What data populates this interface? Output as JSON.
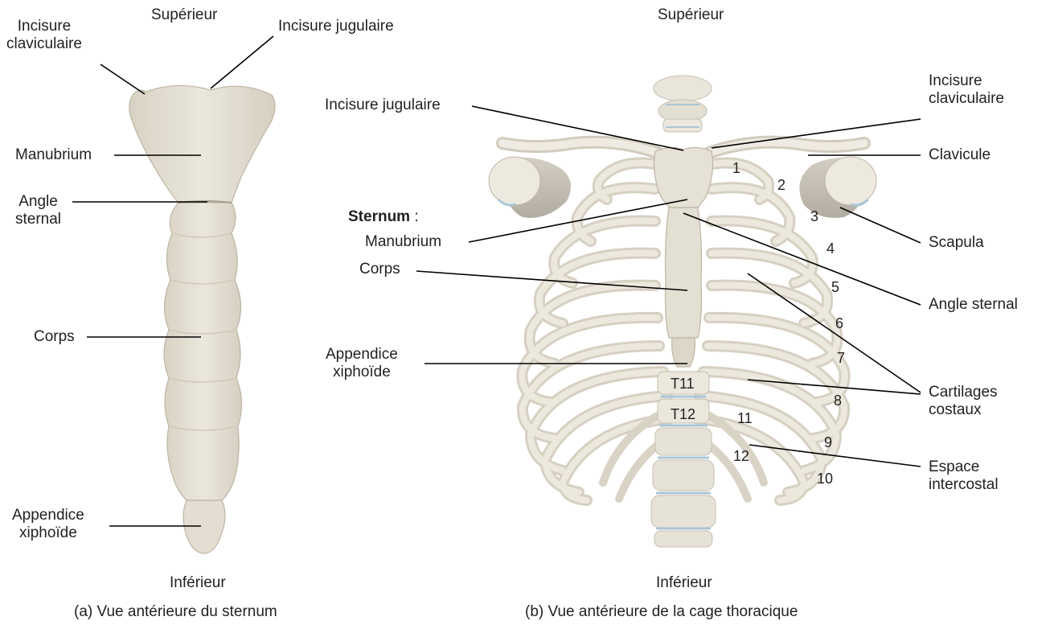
{
  "panel_a": {
    "top": "Supérieur",
    "bottom": "Inférieur",
    "caption": "(a) Vue antérieure du sternum",
    "labels": {
      "incisure_claviculaire": "Incisure\nclaviculaire",
      "incisure_jugulaire": "Incisure jugulaire",
      "manubrium": "Manubrium",
      "angle_sternal": "Angle\nsternal",
      "corps": "Corps",
      "appendice_xiphoide": "Appendice\nxiphoïde"
    }
  },
  "panel_b": {
    "top": "Supérieur",
    "bottom": "Inférieur",
    "caption": "(b) Vue antérieure de la cage thoracique",
    "labels": {
      "incisure_jugulaire": "Incisure jugulaire",
      "sternum_heading": "Sternum",
      "sternum_colon": ":",
      "manubrium": "Manubrium",
      "corps": "Corps",
      "appendice_xiphoide": "Appendice\nxiphoïde",
      "incisure_claviculaire": "Incisure\nclaviculaire",
      "clavicule": "Clavicule",
      "scapula": "Scapula",
      "angle_sternal": "Angle sternal",
      "cartilages_costaux": "Cartilages\ncostaux",
      "espace_intercostal": "Espace\nintercostal"
    },
    "rib_numbers": [
      "1",
      "2",
      "3",
      "4",
      "5",
      "6",
      "7",
      "8",
      "9",
      "10",
      "11",
      "12"
    ],
    "vertebrae": [
      "T11",
      "T12"
    ]
  },
  "colors": {
    "bone": "#e7e2d6",
    "bone_shadow": "#c9c2b1",
    "bone_outline": "#b8b0a0",
    "scapula_shadow": "#bfb9ad",
    "disc_blue": "#aac6d6",
    "leader": "#000000"
  }
}
